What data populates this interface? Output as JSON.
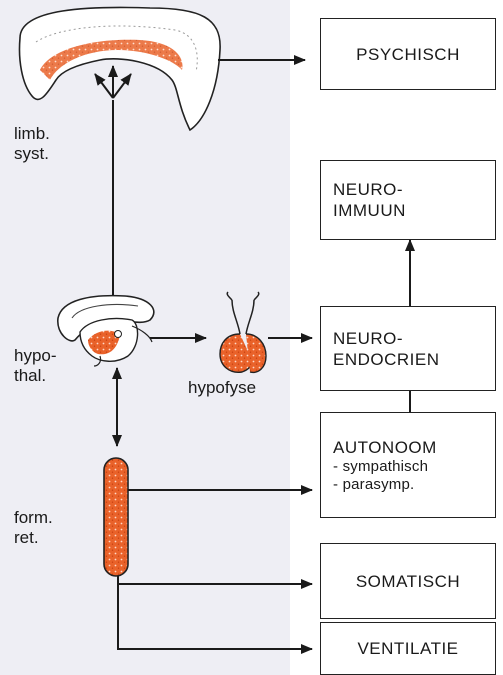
{
  "left_labels": {
    "limbic": "limb.\nsyst.",
    "hypothal": "hypo-\nthal.",
    "hypofyse": "hypofyse",
    "formret": "form.\nret."
  },
  "boxes": {
    "psychisch": "PSYCHISCH",
    "neuroimmuun": "NEURO-\nIMMUUN",
    "neuroendocrien": "NEURO-\nENDOCRIEN",
    "autonoom": "AUTONOOM",
    "autonoom_sub1": "- sympathisch",
    "autonoom_sub2": "- parasymp.",
    "somatisch": "SOMATISCH",
    "ventilatie": "VENTILATIE"
  },
  "colors": {
    "panel": "#eeeef4",
    "orange": "#e85a1e",
    "line": "#1a1a1a"
  }
}
